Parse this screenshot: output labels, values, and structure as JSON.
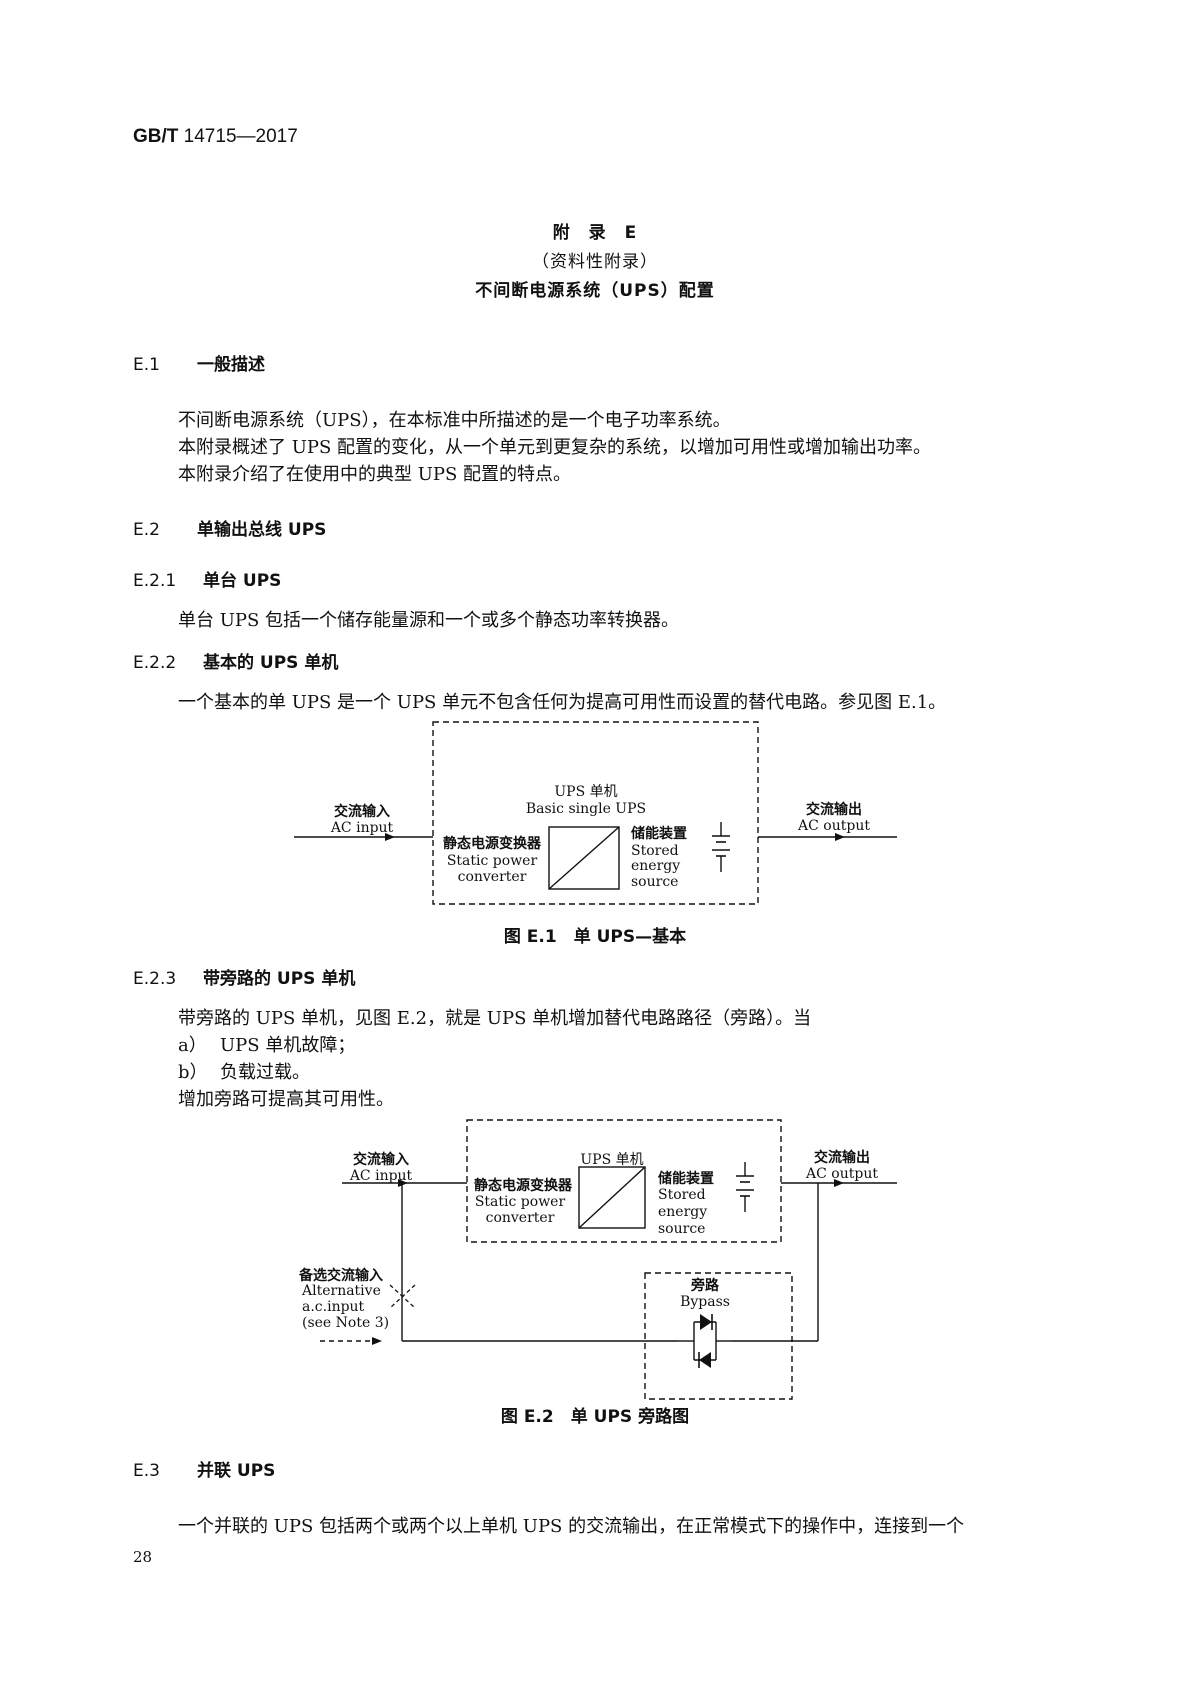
{
  "header": {
    "standard_code": "GB/T",
    "standard_number": "14715—2017"
  },
  "annex": {
    "label": "附　录　E",
    "type": "（资料性附录）",
    "title": "不间断电源系统（UPS）配置"
  },
  "sections": {
    "e1": {
      "num": "E.1",
      "title": "一般描述",
      "paras": [
        "不间断电源系统（UPS），在本标准中所描述的是一个电子功率系统。",
        "本附录概述了 UPS 配置的变化，从一个单元到更复杂的系统，以增加可用性或增加输出功率。",
        "本附录介绍了在使用中的典型 UPS 配置的特点。"
      ]
    },
    "e2": {
      "num": "E.2",
      "title": "单输出总线 UPS"
    },
    "e21": {
      "num": "E.2.1",
      "title": "单台 UPS",
      "para": "单台 UPS 包括一个储存能量源和一个或多个静态功率转换器。"
    },
    "e22": {
      "num": "E.2.2",
      "title": "基本的 UPS 单机",
      "para": "一个基本的单 UPS 是一个 UPS 单元不包含任何为提高可用性而设置的替代电路。参见图 E.1。"
    },
    "e23": {
      "num": "E.2.3",
      "title": "带旁路的 UPS 单机",
      "para": "带旁路的 UPS 单机，见图 E.2，就是 UPS 单机增加替代电路路径（旁路）。当",
      "items": [
        {
          "marker": "a）",
          "text": "UPS 单机故障；"
        },
        {
          "marker": "b）",
          "text": "负载过载。"
        }
      ],
      "para2": "增加旁路可提高其可用性。"
    },
    "e3": {
      "num": "E.3",
      "title": "并联 UPS",
      "para": "一个并联的 UPS 包括两个或两个以上单机 UPS 的交流输出，在正常模式下的操作中，连接到一个"
    }
  },
  "fig1": {
    "caption": "图 E.1　单 UPS—基本",
    "ac_in_zh": "交流输入",
    "ac_in_en": "AC input",
    "ac_out_zh": "交流输出",
    "ac_out_en": "AC output",
    "unit_zh": "UPS 单机",
    "unit_en": "Basic single UPS",
    "conv_zh": "静态电源变换器",
    "conv_en1": "Static power",
    "conv_en2": "converter",
    "store_zh": "储能装置",
    "store_en1": "Stored",
    "store_en2": "energy",
    "store_en3": "source"
  },
  "fig2": {
    "caption": "图 E.2　单 UPS 旁路图",
    "ac_in_zh": "交流输入",
    "ac_in_en": "AC input",
    "ac_out_zh": "交流输出",
    "ac_out_en": "AC output",
    "unit_zh": "UPS 单机",
    "conv_zh": "静态电源变换器",
    "conv_en1": "Static power",
    "conv_en2": "converter",
    "store_zh": "储能装置",
    "store_en1": "Stored",
    "store_en2": "energy",
    "store_en3": "source",
    "alt_zh": "备选交流输入",
    "alt_en1": "Alternative",
    "alt_en2": "a.c.input",
    "alt_en3": "(see Note  3)",
    "bypass_zh": "旁路",
    "bypass_en": "Bypass"
  },
  "page_number": "28"
}
